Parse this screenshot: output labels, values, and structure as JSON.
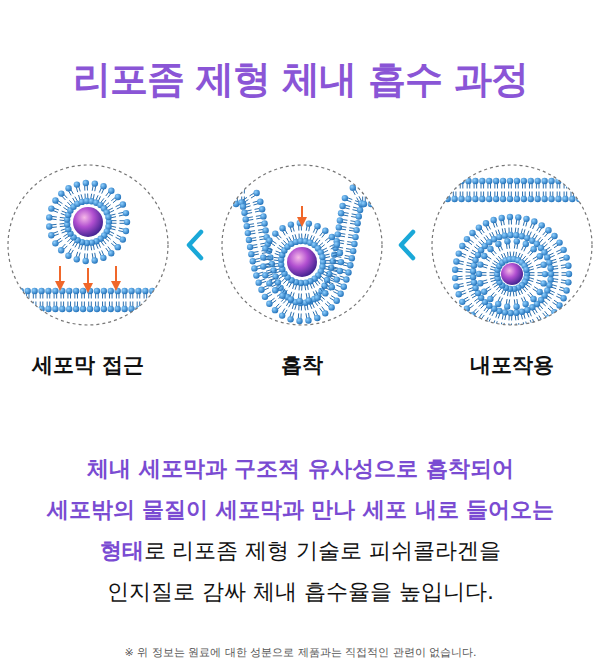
{
  "diagram": {
    "title": "리포좀 제형 체내 흡수 과정",
    "nodes": [
      {
        "text": [
          "세포막 접근"
        ]
      },
      {
        "text": [
          "흡착"
        ]
      },
      {
        "text": [
          "내포작용"
        ]
      }
    ],
    "edges": [
      {
        "from": 1,
        "to": 0,
        "arrow": "to"
      },
      {
        "from": 2,
        "to": 1,
        "arrow": "to"
      }
    ],
    "labels": [
      "체내 세포막과 구조적 유사성으로 흡착되어",
      "세포밖의 물질이 세포막과 만나 세포 내로 들어오는",
      "형태",
      "로 리포좀 제형 기술로 피쉬콜라겐을",
      "인지질로 감싸 체내 흡수율을 높입니다."
    ],
    "caption": "※ 위 정보는 원료에 대한 성분으로 제품과는 직접적인 관련이 없습니다."
  }
}
